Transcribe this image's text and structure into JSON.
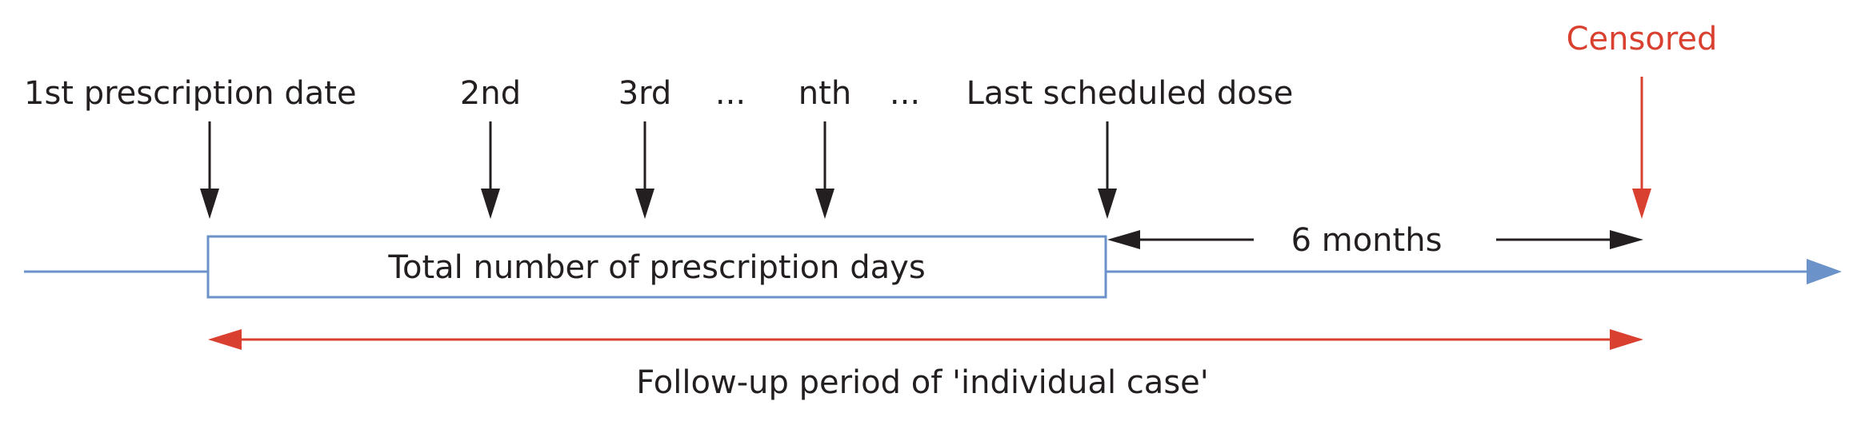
{
  "markers": {
    "first": "1st prescription date",
    "second": "2nd",
    "third": "3rd",
    "ellipsis_1": "...",
    "nth": "nth",
    "ellipsis_2": "...",
    "last": "Last scheduled dose",
    "censored": "Censored"
  },
  "box_label": "Total number of prescription days",
  "interval_label": "6 months",
  "followup_label": "Follow-up period of 'individual case'",
  "colors": {
    "black": "#231f20",
    "red": "#d9402f",
    "blue": "#6b93c9"
  }
}
